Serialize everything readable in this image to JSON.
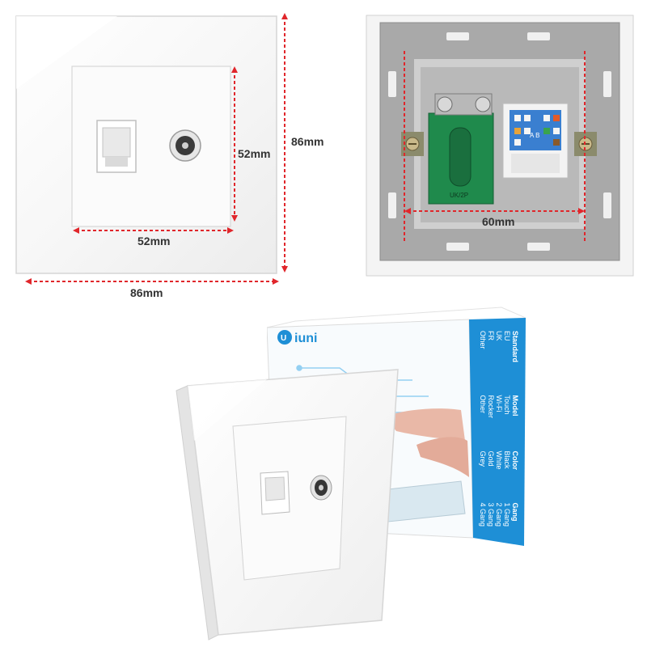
{
  "front_view": {
    "outer_width_label": "86mm",
    "outer_height_label": "86mm",
    "inner_width_label": "52mm",
    "inner_height_label": "52mm"
  },
  "back_view": {
    "spacing_label": "60mm",
    "module_marking": "UK/2P",
    "keystone_marking": "A B"
  },
  "box": {
    "brand": "iuni",
    "side_sections": [
      {
        "heading": "Standard",
        "items": [
          "EU",
          "UK",
          "FR",
          "Other"
        ]
      },
      {
        "heading": "Model",
        "items": [
          "Touch",
          "Wi-Fi",
          "Rocker",
          "Other"
        ]
      },
      {
        "heading": "Color",
        "items": [
          "Black",
          "White",
          "Gold",
          "Grey"
        ]
      },
      {
        "heading": "Gang",
        "items": [
          "1 Gang",
          "2 Gang",
          "3 Gang",
          "4 Gang"
        ]
      }
    ]
  },
  "colors": {
    "dimension_line": "#e0262b",
    "box_blue": "#1e8fd6",
    "module_green": "#1f8a4c",
    "keystone_blue": "#3a7fd0",
    "frame_grey": "#a9a9a9"
  }
}
